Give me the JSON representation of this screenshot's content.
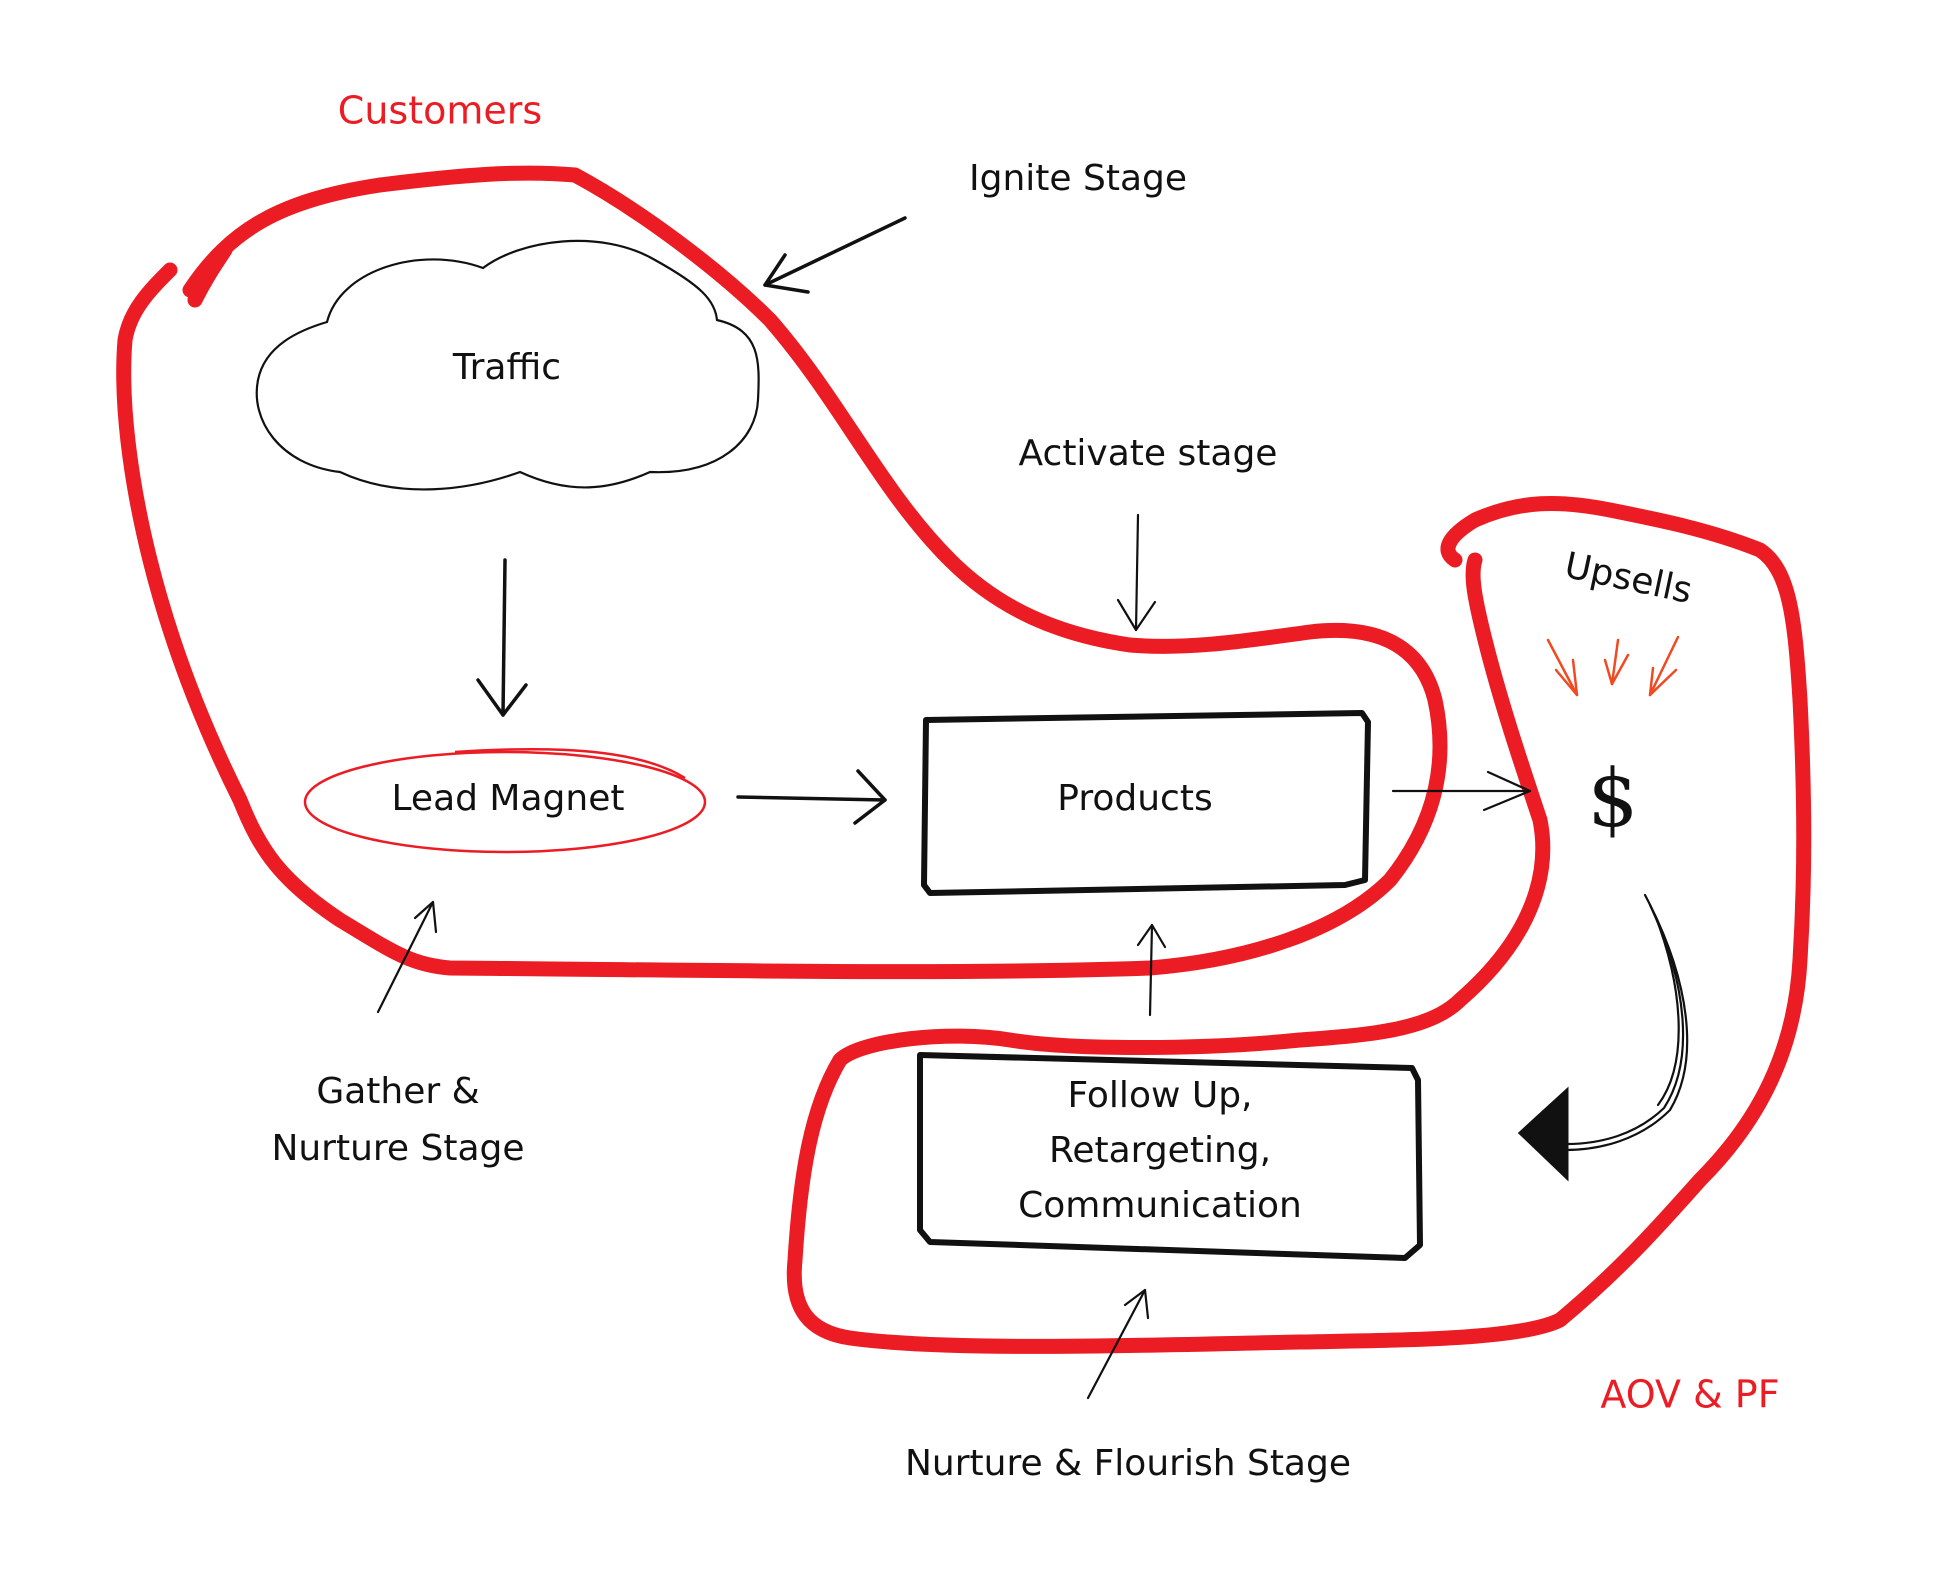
{
  "diagram": {
    "title_label": "Customers",
    "corner_label": "AOV & PF",
    "colors": {
      "loop_red": "#ec1c24",
      "ink": "#111111",
      "accent_orange": "#f04a23",
      "background": "#ffffff"
    },
    "nodes": {
      "traffic": "Traffic",
      "lead_magnet": "Lead Magnet",
      "products": "Products",
      "follow_up": [
        "Follow Up,",
        "Retargeting,",
        "Communication"
      ],
      "upsells": "Upsells",
      "dollar": "$"
    },
    "stages": {
      "ignite": "Ignite Stage",
      "activate": "Activate stage",
      "gather_nurture": [
        "Gather &",
        "Nurture Stage"
      ],
      "nurture_flourish": "Nurture & Flourish Stage"
    },
    "edges": [
      {
        "from": "traffic",
        "to": "lead_magnet"
      },
      {
        "from": "lead_magnet",
        "to": "products"
      },
      {
        "from": "products",
        "to": "upsells"
      },
      {
        "from": "upsells",
        "to": "follow_up"
      },
      {
        "from": "follow_up",
        "to": "products"
      }
    ]
  }
}
